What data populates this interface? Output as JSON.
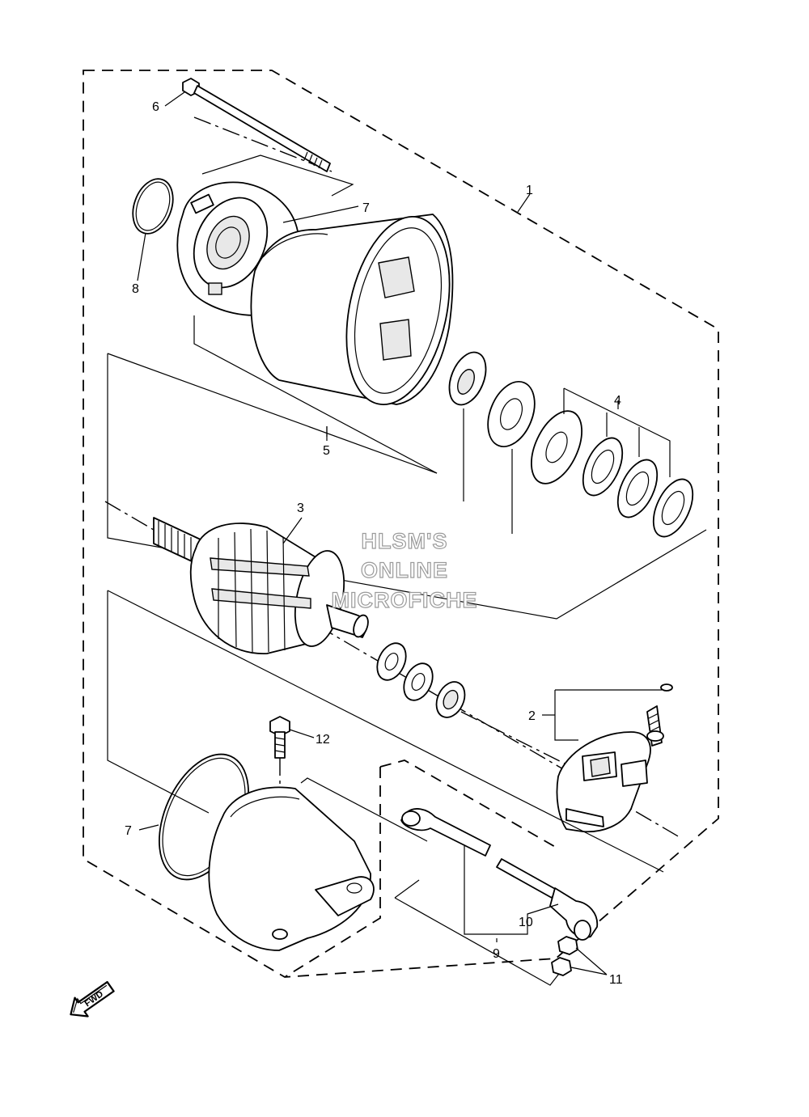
{
  "callouts": {
    "c1": "1",
    "c2": "2",
    "c3": "3",
    "c4": "4",
    "c5": "5",
    "c6": "6",
    "c7a": "7",
    "c7b": "7",
    "c8": "8",
    "c9": "9",
    "c10": "10",
    "c11": "11",
    "c12": "12"
  },
  "watermark": {
    "line1": "HLSM'S",
    "line2": "ONLINE",
    "line3": "MICROFICHE"
  },
  "direction_badge": "FWD"
}
